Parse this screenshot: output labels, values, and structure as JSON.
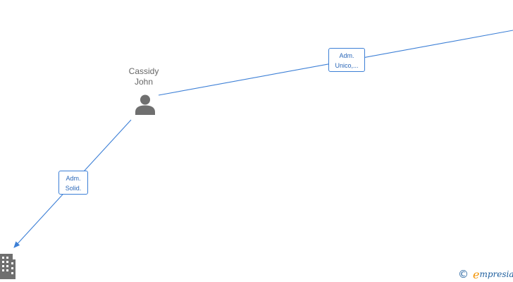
{
  "person": {
    "first_name": "Cassidy",
    "last_name": "John",
    "icon": "person-icon"
  },
  "company": {
    "icon": "building-icon"
  },
  "relations": [
    {
      "id": "unico",
      "line1": "Adm.",
      "line2": "Unico,..."
    },
    {
      "id": "solid",
      "line1": "Adm.",
      "line2": "Solid."
    }
  ],
  "brand": {
    "copyright_symbol": "©",
    "initial": "e",
    "rest": "mpresia",
    "initial_color": "#f29200",
    "text_color": "#1f5f9e"
  },
  "colors": {
    "edge": "#3c7fd6",
    "label_text": "#2a67b8",
    "node_icon": "#6f6f6f",
    "node_text": "#666666"
  }
}
